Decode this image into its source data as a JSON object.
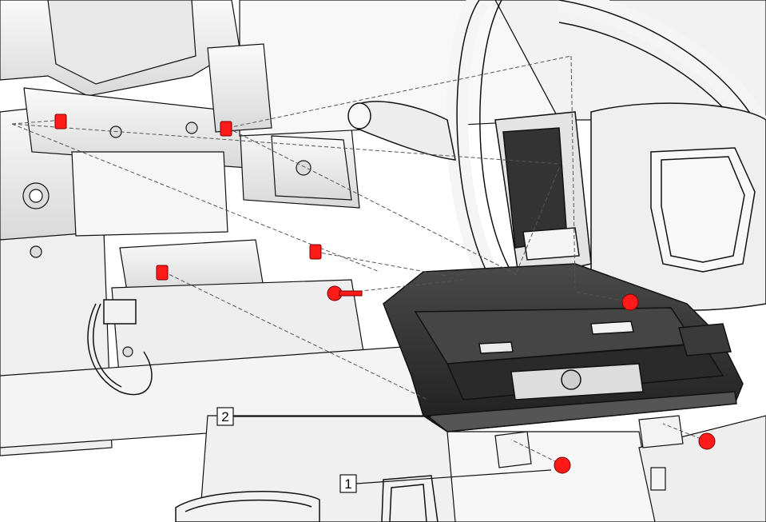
{
  "callouts": [
    {
      "id": "1",
      "label": "1"
    },
    {
      "id": "2",
      "label": "2"
    }
  ],
  "colors": {
    "fastener_red": "#ff1a1a",
    "line_black": "#111111",
    "part_dark": "#2b2b2b",
    "part_light": "#f2f2f2",
    "background": "#ffffff"
  },
  "icons": {
    "fastener": "red-bolt-icon",
    "steering_wheel": "steering-wheel-icon",
    "airbag": "airbag-cover-icon",
    "stalk": "turn-signal-stalk-icon",
    "pedal": "pedal-icon"
  }
}
